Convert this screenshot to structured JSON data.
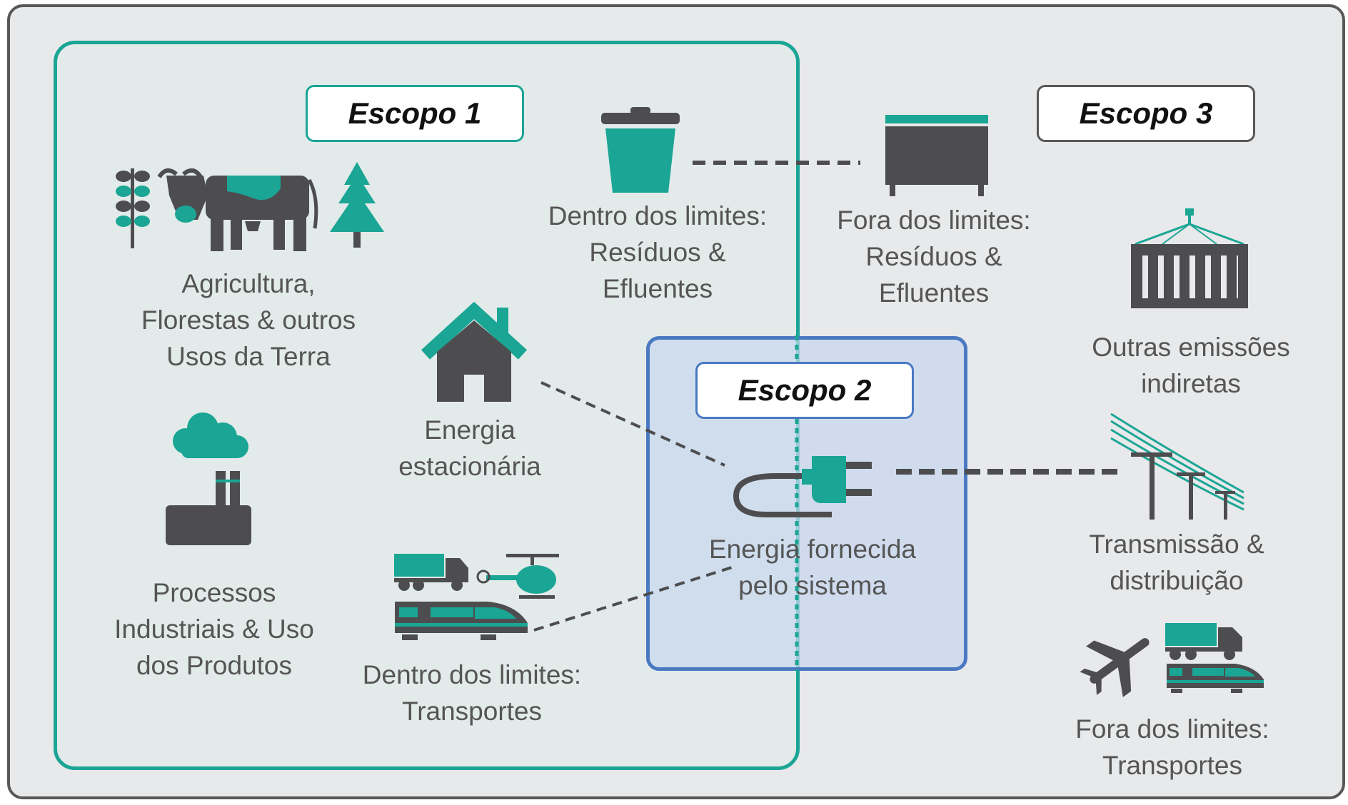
{
  "scopes": {
    "scope1": "Escopo 1",
    "scope2": "Escopo 2",
    "scope3": "Escopo 3"
  },
  "items": {
    "agriculture": [
      "Agricultura,",
      "Florestas & outros",
      "Usos da Terra"
    ],
    "industrial": [
      "Processos",
      "Industriais & Uso",
      "dos Produtos"
    ],
    "stationary": [
      "Energia",
      "estacionária"
    ],
    "waste_inside": [
      "Dentro dos limites:",
      "Resíduos &",
      "Efluentes"
    ],
    "transport_inside": [
      "Dentro dos limites:",
      "Transportes"
    ],
    "waste_outside": [
      "Fora dos limites:",
      "Resíduos &",
      "Efluentes"
    ],
    "grid_energy": [
      "Energia fornecida",
      "pelo sistema"
    ],
    "other_indirect": [
      "Outras emissões",
      "indiretas"
    ],
    "transmission": [
      "Transmissão &",
      "distribuição"
    ],
    "transport_outside": [
      "Fora dos limites:",
      "Transportes"
    ]
  },
  "colors": {
    "teal": "#1aa595",
    "dark_gray": "#4d4d4f",
    "scope2_blue": "#4a79c2",
    "frame": "#585858",
    "text": "#555555"
  },
  "icons": {
    "agriculture": [
      "wheat-icon",
      "cow-icon",
      "pine-tree-icon"
    ],
    "industrial": "factory-icon",
    "stationary": "house-icon",
    "waste_inside": "trash-can-icon",
    "transport_inside": [
      "truck-icon",
      "helicopter-icon",
      "train-icon"
    ],
    "waste_outside": "dumpster-icon",
    "grid_energy": "power-plug-icon",
    "other_indirect": "shipping-container-icon",
    "transmission": "power-lines-icon",
    "transport_outside": [
      "airplane-icon",
      "truck-icon",
      "train-icon"
    ]
  }
}
